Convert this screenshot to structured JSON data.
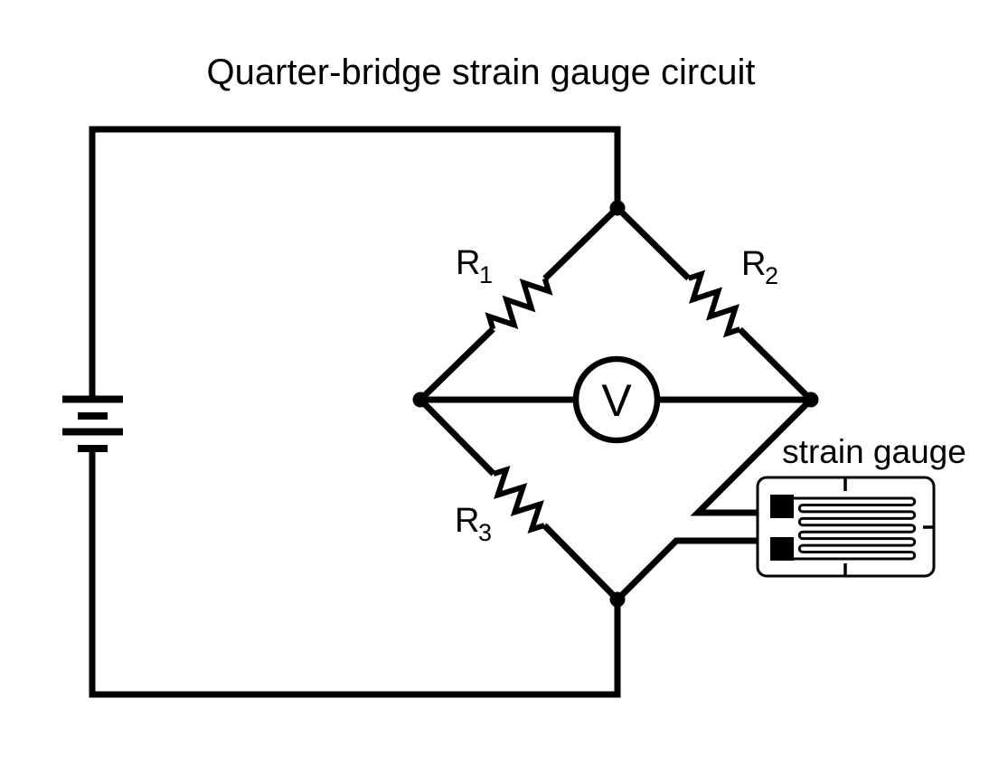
{
  "page": {
    "background_color": "#ffffff",
    "stroke_color": "#000000"
  },
  "diagram": {
    "title": "Quarter-bridge strain gauge circuit",
    "components": {
      "r1": {
        "label": "R",
        "subscript": "1"
      },
      "r2": {
        "label": "R",
        "subscript": "2"
      },
      "r3": {
        "label": "R",
        "subscript": "3"
      },
      "voltmeter": {
        "label": "V"
      },
      "strain_gauge": {
        "label": "strain gauge"
      }
    }
  }
}
